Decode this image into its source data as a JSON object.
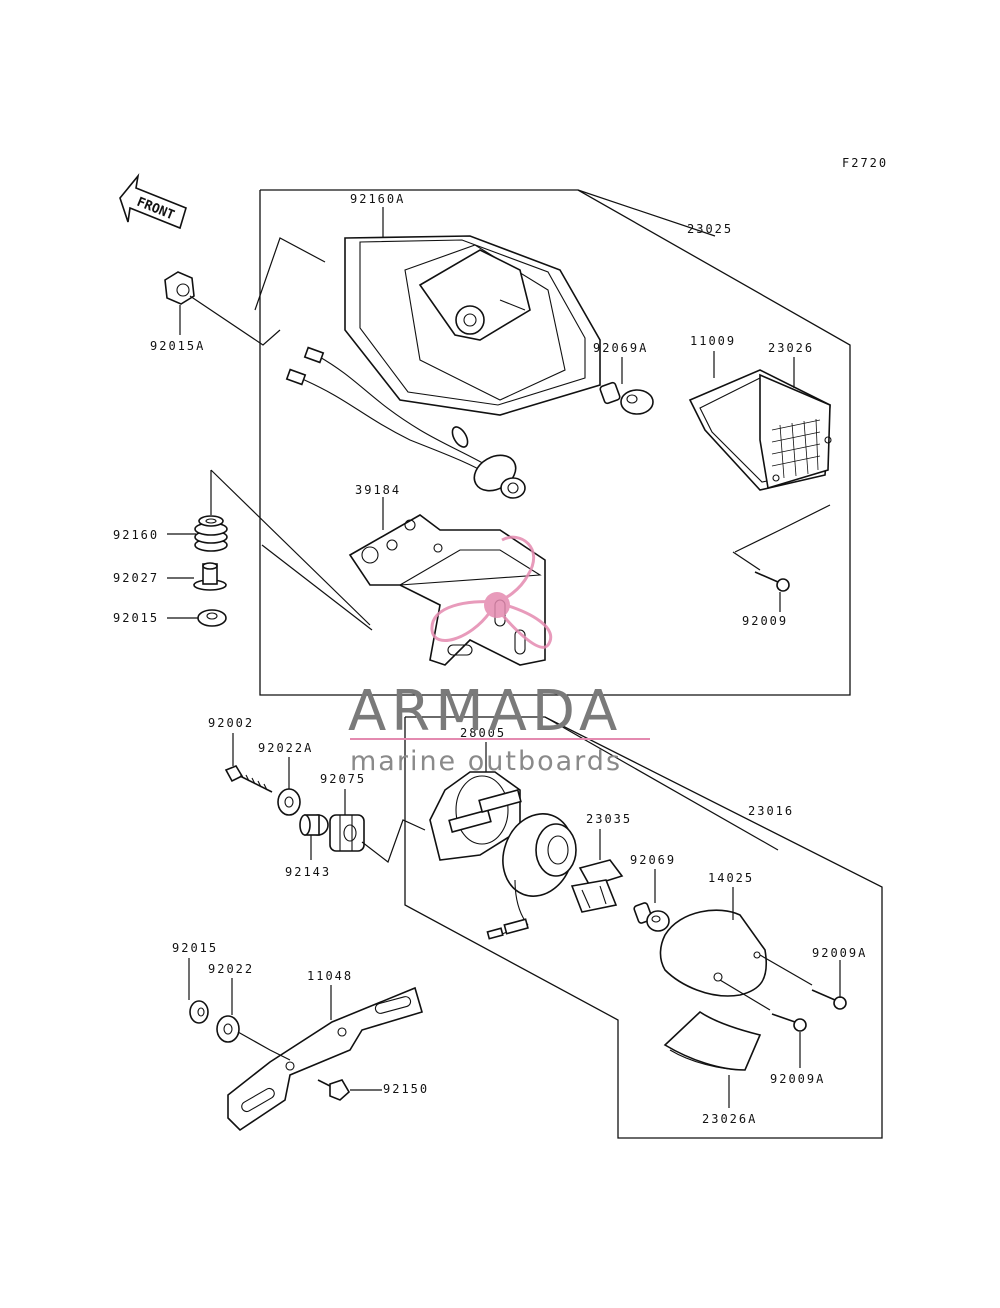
{
  "diagram": {
    "code": "F2720",
    "front_label": "FRONT",
    "parts": [
      "92160A",
      "23025",
      "92015A",
      "92069A",
      "11009",
      "23026",
      "39184",
      "92160",
      "92027",
      "92015",
      "92009",
      "92002",
      "92022A",
      "28005",
      "92075",
      "92143",
      "23016",
      "23035",
      "92069",
      "14025",
      "92009A",
      "92015",
      "92022",
      "11048",
      "92150",
      "92009A",
      "23026A"
    ]
  },
  "watermark": {
    "title": "ARMADA",
    "subtitle": "marine outboards",
    "colors": {
      "logo": "#e48ab0",
      "text": "#7a7a7a",
      "rule": "#e48ab0"
    }
  }
}
